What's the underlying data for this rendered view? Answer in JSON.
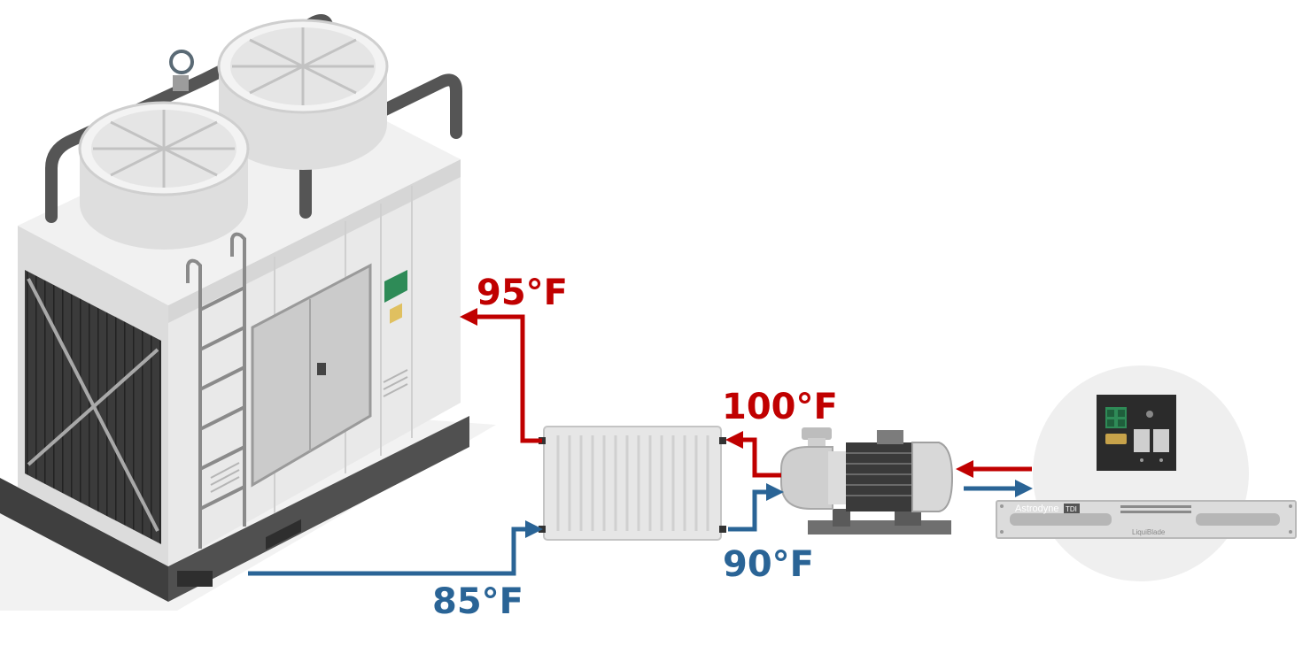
{
  "colors": {
    "hot": "#c00000",
    "cold": "#2a6496",
    "unit_light": "#e8e8e8",
    "unit_mid": "#d2d2d2",
    "unit_dark": "#4a4a4a",
    "coil": "#3b3b3b",
    "pipe": "#555555",
    "door_panel": "#c9c9c9",
    "display": "#2e8b57",
    "module_black": "#2b2b2b",
    "backdrop": "#efefef"
  },
  "labels": {
    "t_95": "95°F",
    "t_100": "100°F",
    "t_90": "90°F",
    "t_85": "85°F"
  },
  "rack": {
    "brand": "Astrodyne",
    "brand_badge": "TDI",
    "model": "LiquiBlade"
  },
  "icons": {
    "cooling_tower": "cooling-tower-icon",
    "heat_exchanger": "radiator-icon",
    "pump": "pump-motor-icon",
    "power_module": "power-module-icon",
    "rack_chassis": "rack-chassis-icon"
  }
}
